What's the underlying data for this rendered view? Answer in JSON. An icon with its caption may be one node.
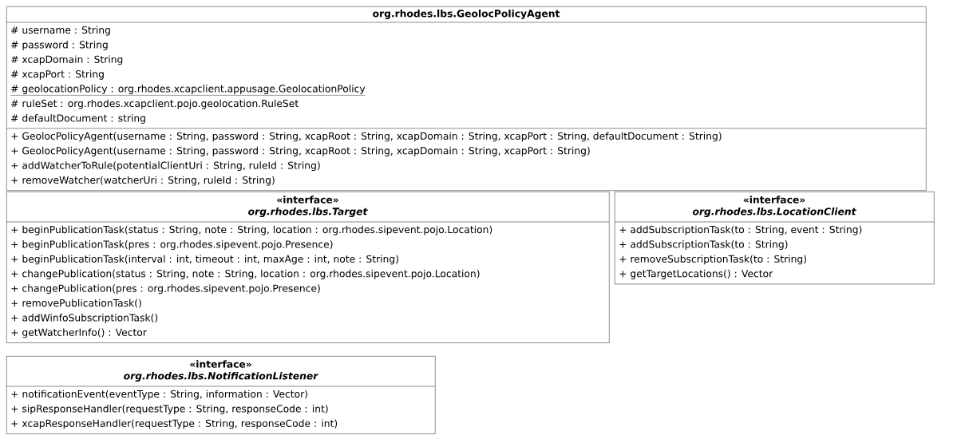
{
  "diagram": {
    "nodes": [
      {
        "text": [
          "org.rhodes.lbs.GeolocPolicyAgent",
          "# username : String",
          "# password : String",
          "# xcapDomain : String",
          "# xcapPort : String",
          "# geolocationPolicy : org.rhodes.xcapclient.appusage.GeolocationPolicy",
          "# ruleSet : org.rhodes.xcapclient.pojo.geolocation.RuleSet",
          "# defaultDocument : string",
          "+ GeolocPolicyAgent(username : String, password : String, xcapRoot : String, xcapDomain : String, xcapPort : String, defaultDocument : String)",
          "+ GeolocPolicyAgent(username : String, password : String, xcapRoot : String, xcapDomain : String, xcapPort : String)",
          "+ addWatcherToRule(potentialClientUri : String, ruleId : String)",
          "+ removeWatcher(watcherUri : String, ruleId : String)"
        ]
      },
      {
        "text": [
          "«interface»",
          "org.rhodes.lbs.Target",
          "+ beginPublicationTask(status : String, note : String, location : org.rhodes.sipevent.pojo.Location)",
          "+ beginPublicationTask(pres : org.rhodes.sipevent.pojo.Presence)",
          "+ beginPublicationTask(interval : int, timeout : int, maxAge : int, note : String)",
          "+ changePublication(status : String, note : String, location : org.rhodes.sipevent.pojo.Location)",
          "+ changePublication(pres : org.rhodes.sipevent.pojo.Presence)",
          "+ removePublicationTask()",
          "+ addWinfoSubscriptionTask()",
          "+ getWatcherInfo() : Vector"
        ]
      },
      {
        "text": [
          "«interface»",
          "org.rhodes.lbs.LocationClient",
          "+ addSubscriptionTask(to : String, event : String)",
          "+ addSubscriptionTask(to : String)",
          "+ removeSubscriptionTask(to : String)",
          "+ getTargetLocations() : Vector"
        ]
      },
      {
        "text": [
          "«interface»",
          "org.rhodes.lbs.NotificationListener",
          "+ notificationEvent(eventType : String, information : Vector)",
          "+ sipResponseHandler(requestType : String, responseCode : int)",
          "+ xcapResponseHandler(requestType : String, responseCode : int)"
        ]
      }
    ]
  }
}
